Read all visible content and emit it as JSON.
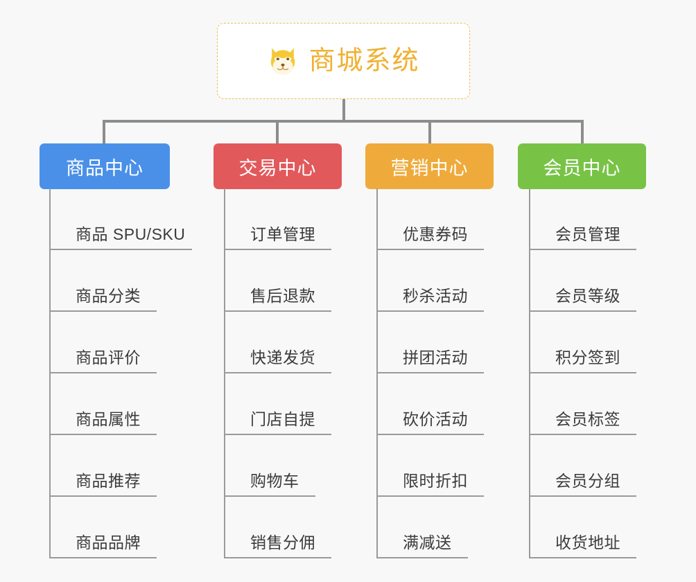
{
  "background_color": "#f8f8f8",
  "root": {
    "title": "商城系统",
    "icon": "shiba-dog-icon",
    "text_color": "#f0b132",
    "border_color": "#efbd5b",
    "background_color": "#ffffff"
  },
  "line_color": "#8d8d8d",
  "branch_line_color": "#9a9a9a",
  "branches": [
    {
      "title": "商品中心",
      "color": "#4a90e8",
      "items": [
        "商品 SPU/SKU",
        "商品分类",
        "商品评价",
        "商品属性",
        "商品推荐",
        "商品品牌"
      ]
    },
    {
      "title": "交易中心",
      "color": "#e2595b",
      "items": [
        "订单管理",
        "售后退款",
        "快递发货",
        "门店自提",
        "购物车",
        "销售分佣"
      ]
    },
    {
      "title": "营销中心",
      "color": "#eeab3c",
      "items": [
        "优惠券码",
        "秒杀活动",
        "拼团活动",
        "砍价活动",
        "限时折扣",
        "满减送"
      ]
    },
    {
      "title": "会员中心",
      "color": "#78c346",
      "items": [
        "会员管理",
        "会员等级",
        "积分签到",
        "会员标签",
        "会员分组",
        "收货地址"
      ]
    }
  ]
}
